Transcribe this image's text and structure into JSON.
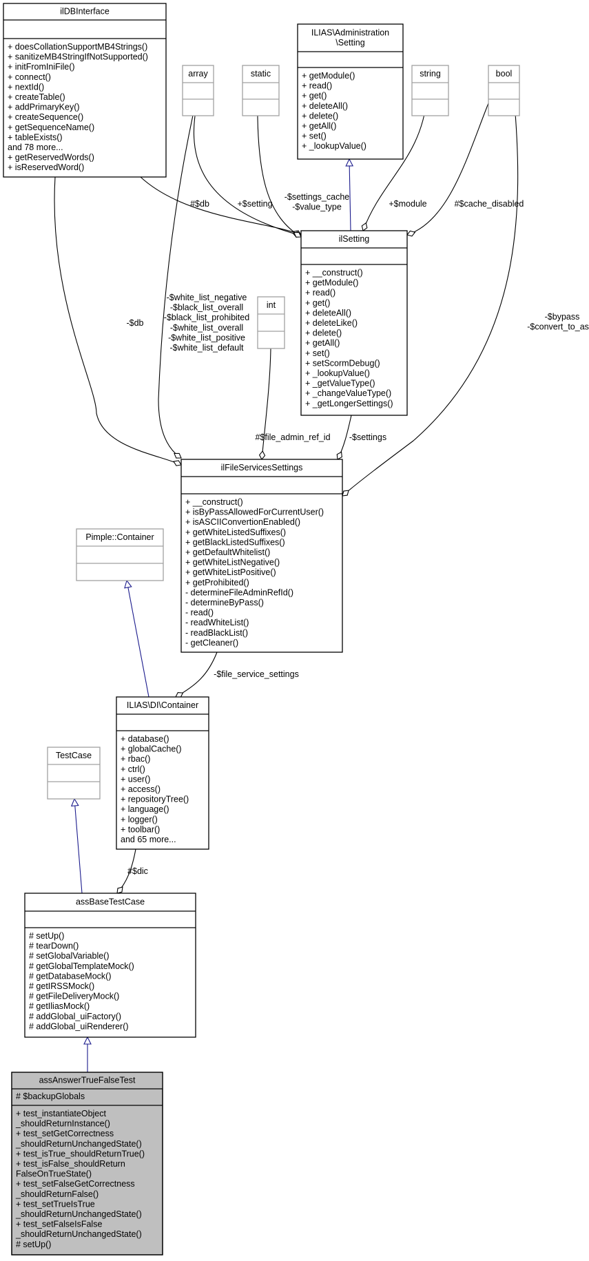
{
  "classes": [
    {
      "id": "ilDBInterface",
      "title": [
        "ilDBInterface"
      ],
      "attrs": [],
      "ops": [
        "+ doesCollationSupportMB4Strings()",
        "+ sanitizeMB4StringIfNotSupported()",
        "+ initFromIniFile()",
        "+ connect()",
        "+ nextId()",
        "+ createTable()",
        "+ addPrimaryKey()",
        "+ createSequence()",
        "+ getSequenceName()",
        "+ tableExists()",
        "and 78 more...",
        "+ getReservedWords()",
        "+ isReservedWord()"
      ]
    },
    {
      "id": "array",
      "title": [
        "array"
      ],
      "attrs": [],
      "ops": [],
      "external": true
    },
    {
      "id": "static",
      "title": [
        "static"
      ],
      "attrs": [],
      "ops": [],
      "external": true
    },
    {
      "id": "AdminSetting",
      "title": [
        "ILIAS\\Administration",
        "\\Setting"
      ],
      "attrs": [],
      "ops": [
        "+ getModule()",
        "+ read()",
        "+ get()",
        "+ deleteAll()",
        "+ delete()",
        "+ getAll()",
        "+ set()",
        "+ _lookupValue()"
      ]
    },
    {
      "id": "string",
      "title": [
        "string"
      ],
      "attrs": [],
      "ops": [],
      "external": true
    },
    {
      "id": "bool",
      "title": [
        "bool"
      ],
      "attrs": [],
      "ops": [],
      "external": true
    },
    {
      "id": "ilSetting",
      "title": [
        "ilSetting"
      ],
      "attrs": [],
      "ops": [
        "+ __construct()",
        "+ getModule()",
        "+ read()",
        "+ get()",
        "+ deleteAll()",
        "+ deleteLike()",
        "+ delete()",
        "+ getAll()",
        "+ set()",
        "+ setScormDebug()",
        "+ _lookupValue()",
        "+ _getValueType()",
        "+ _changeValueType()",
        "+ _getLongerSettings()"
      ]
    },
    {
      "id": "int",
      "title": [
        "int"
      ],
      "attrs": [],
      "ops": [],
      "external": true
    },
    {
      "id": "ilFileServicesSettings",
      "title": [
        "ilFileServicesSettings"
      ],
      "attrs": [],
      "ops": [
        "+ __construct()",
        "+ isByPassAllowedForCurrentUser()",
        "+ isASCIIConvertionEnabled()",
        "+ getWhiteListedSuffixes()",
        "+ getBlackListedSuffixes()",
        "+ getDefaultWhitelist()",
        "+ getWhiteListNegative()",
        "+ getWhiteListPositive()",
        "+ getProhibited()",
        "- determineFileAdminRefId()",
        "- determineByPass()",
        "- read()",
        "- readWhiteList()",
        "- readBlackList()",
        "- getCleaner()"
      ]
    },
    {
      "id": "Pimple",
      "title": [
        "Pimple::Container"
      ],
      "attrs": [],
      "ops": [],
      "external": true
    },
    {
      "id": "DIContainer",
      "title": [
        "ILIAS\\DI\\Container"
      ],
      "attrs": [],
      "ops": [
        "+ database()",
        "+ globalCache()",
        "+ rbac()",
        "+ ctrl()",
        "+ user()",
        "+ access()",
        "+ repositoryTree()",
        "+ language()",
        "+ logger()",
        "+ toolbar()",
        "and 65 more..."
      ]
    },
    {
      "id": "TestCase",
      "title": [
        "TestCase"
      ],
      "attrs": [],
      "ops": [],
      "external": true
    },
    {
      "id": "assBaseTestCase",
      "title": [
        "assBaseTestCase"
      ],
      "attrs": [],
      "ops": [
        "# setUp()",
        "# tearDown()",
        "# setGlobalVariable()",
        "# getGlobalTemplateMock()",
        "# getDatabaseMock()",
        "# getIRSSMock()",
        "# getFileDeliveryMock()",
        "# getIliasMock()",
        "# addGlobal_uiFactory()",
        "# addGlobal_uiRenderer()"
      ]
    },
    {
      "id": "assAnswerTrueFalseTest",
      "title": [
        "assAnswerTrueFalseTest"
      ],
      "attrs": [
        "# $backupGlobals"
      ],
      "ops": [
        "+ test_instantiateObject",
        "_shouldReturnInstance()",
        "+ test_setGetCorrectness",
        "_shouldReturnUnchangedState()",
        "+ test_isTrue_shouldReturnTrue()",
        "+ test_isFalse_shouldReturn",
        "FalseOnTrueState()",
        "+ test_setFalseGetCorrectness",
        "_shouldReturnFalse()",
        "+ test_setTrueIsTrue",
        "_shouldReturnUnchangedState()",
        "+ test_setFalseIsFalse",
        "_shouldReturnUnchangedState()",
        "# setUp()"
      ],
      "highlight": true
    }
  ],
  "edge_labels": [
    {
      "id": "db1",
      "lines": [
        "#$db"
      ]
    },
    {
      "id": "setting",
      "lines": [
        "+$setting"
      ]
    },
    {
      "id": "settings_cache",
      "lines": [
        "-$settings_cache",
        "-$value_type"
      ]
    },
    {
      "id": "module",
      "lines": [
        "+$module"
      ]
    },
    {
      "id": "cache_disabled",
      "lines": [
        "#$cache_disabled"
      ]
    },
    {
      "id": "white_lists",
      "lines": [
        "-$white_list_negative",
        "-$black_list_overall",
        "-$black_list_prohibited",
        "-$white_list_overall",
        "-$white_list_positive",
        "-$white_list_default"
      ]
    },
    {
      "id": "db2",
      "lines": [
        "-$db"
      ]
    },
    {
      "id": "bypass",
      "lines": [
        "-$bypass",
        "-$convert_to_ascii"
      ]
    },
    {
      "id": "file_admin_ref_id",
      "lines": [
        "#$file_admin_ref_id"
      ]
    },
    {
      "id": "settings",
      "lines": [
        "-$settings"
      ]
    },
    {
      "id": "file_service_settings",
      "lines": [
        "-$file_service_settings"
      ]
    },
    {
      "id": "dic",
      "lines": [
        "#$dic"
      ]
    }
  ],
  "colors": {
    "line": "#000000",
    "inheritance": "#1a1a8c",
    "external_frame": "#a0a0a0",
    "highlight_fill": "#bfbfbf"
  }
}
